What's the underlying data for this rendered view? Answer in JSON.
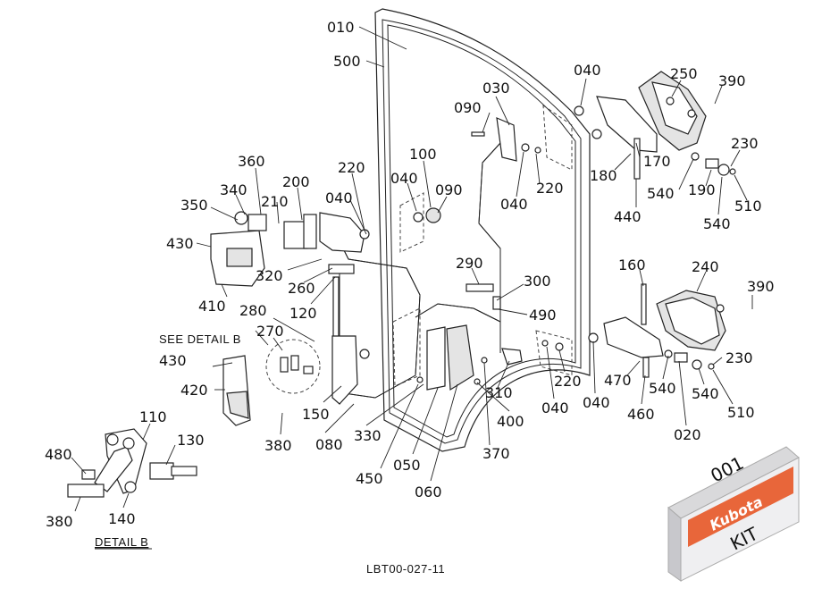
{
  "callouts": [
    {
      "t": "010"
    },
    {
      "t": "500"
    },
    {
      "t": "040"
    },
    {
      "t": "250"
    },
    {
      "t": "390"
    },
    {
      "t": "030"
    },
    {
      "t": "090"
    },
    {
      "t": "180"
    },
    {
      "t": "170"
    },
    {
      "t": "230"
    },
    {
      "t": "100"
    },
    {
      "t": "360"
    },
    {
      "t": "040"
    },
    {
      "t": "090"
    },
    {
      "t": "220"
    },
    {
      "t": "200"
    },
    {
      "t": "540"
    },
    {
      "t": "190"
    },
    {
      "t": "510"
    },
    {
      "t": "340"
    },
    {
      "t": "210"
    },
    {
      "t": "040"
    },
    {
      "t": "040"
    },
    {
      "t": "220"
    },
    {
      "t": "350"
    },
    {
      "t": "440"
    },
    {
      "t": "540"
    },
    {
      "t": "430"
    },
    {
      "t": "160"
    },
    {
      "t": "240"
    },
    {
      "t": "320"
    },
    {
      "t": "290"
    },
    {
      "t": "260"
    },
    {
      "t": "390"
    },
    {
      "t": "300"
    },
    {
      "t": "410"
    },
    {
      "t": "120"
    },
    {
      "t": "280"
    },
    {
      "t": "490"
    },
    {
      "t": "270"
    },
    {
      "t": "430"
    },
    {
      "t": "230"
    },
    {
      "t": "470"
    },
    {
      "t": "420"
    },
    {
      "t": "540"
    },
    {
      "t": "220"
    },
    {
      "t": "310"
    },
    {
      "t": "540"
    },
    {
      "t": "040"
    },
    {
      "t": "040"
    },
    {
      "t": "460"
    },
    {
      "t": "510"
    },
    {
      "t": "150"
    },
    {
      "t": "110"
    },
    {
      "t": "400"
    },
    {
      "t": "020"
    },
    {
      "t": "380"
    },
    {
      "t": "080"
    },
    {
      "t": "330"
    },
    {
      "t": "130"
    },
    {
      "t": "370"
    },
    {
      "t": "480"
    },
    {
      "t": "050"
    },
    {
      "t": "450"
    },
    {
      "t": "060"
    },
    {
      "t": "140"
    },
    {
      "t": "380"
    }
  ],
  "detail_title": "SEE DETAIL  B",
  "detail_label": "DETAIL  B",
  "drawing_code": "LBT00-027-11",
  "kit_box": {
    "number": "001",
    "brand": "Kubota",
    "text": "KIT",
    "brand_color": "#e8663a"
  }
}
